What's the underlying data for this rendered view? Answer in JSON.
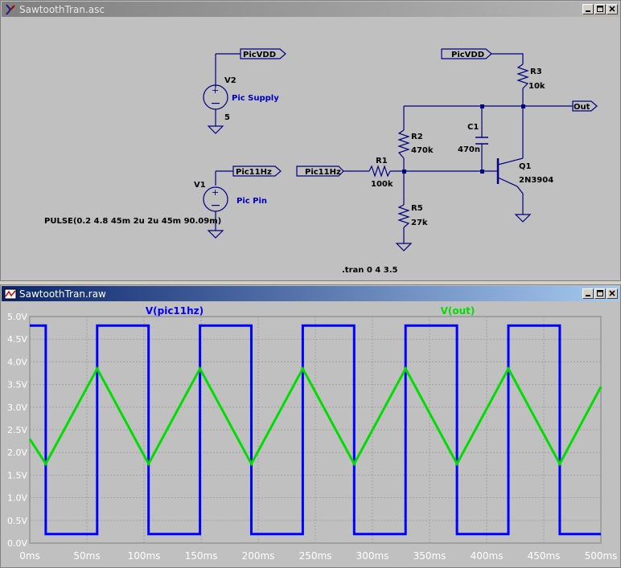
{
  "schematic_window": {
    "title": "SawtoothTran.asc",
    "labels": {
      "picvdd_1": "PicVDD",
      "picvdd_2": "PicVDD",
      "v2_name": "V2",
      "v2_desc": "Pic Supply",
      "v2_value": "5",
      "v1_name": "V1",
      "v1_desc": "Pic Pin",
      "v1_value": "PULSE(0.2 4.8 45m 2u 2u 45m 90.09m)",
      "pic11hz_1": "Pic11Hz",
      "pic11hz_2": "Pic11Hz",
      "r1_name": "R1",
      "r1_value": "100k",
      "r2_name": "R2",
      "r2_value": "470k",
      "r3_name": "R3",
      "r3_value": "10k",
      "r5_name": "R5",
      "r5_value": "27k",
      "c1_name": "C1",
      "c1_value": "470n",
      "q1_name": "Q1",
      "q1_value": "2N3904",
      "out_label": "Out",
      "directive": ".tran 0 4 3.5"
    }
  },
  "waveform_window": {
    "title": "SawtoothTran.raw"
  },
  "colors": {
    "wire": "#000080",
    "schematic_text": "#000000",
    "trace1": "#0000ff",
    "trace2": "#00dd00",
    "grid": "#a0a0a0",
    "axis_text": "#ffffff"
  },
  "chart_data": {
    "type": "line",
    "x_unit": "ms",
    "xlim": [
      0,
      500
    ],
    "ylim": [
      0,
      5.0
    ],
    "x_ticks": [
      "0ms",
      "50ms",
      "100ms",
      "150ms",
      "200ms",
      "250ms",
      "300ms",
      "350ms",
      "400ms",
      "450ms",
      "500ms"
    ],
    "y_ticks": [
      "0.0V",
      "0.5V",
      "1.0V",
      "1.5V",
      "2.0V",
      "2.5V",
      "3.0V",
      "3.5V",
      "4.0V",
      "4.5V",
      "5.0V"
    ],
    "grid": true,
    "series": [
      {
        "name": "V(pic11hz)",
        "color": "#0000ff",
        "x": [
          0,
          14,
          14,
          59,
          59,
          104,
          104,
          149,
          149,
          194,
          194,
          239,
          239,
          284,
          284,
          329,
          329,
          374,
          374,
          419,
          419,
          464,
          464,
          500
        ],
        "y": [
          4.8,
          4.8,
          0.2,
          0.2,
          4.8,
          4.8,
          0.2,
          0.2,
          4.8,
          4.8,
          0.2,
          0.2,
          4.8,
          4.8,
          0.2,
          0.2,
          4.8,
          4.8,
          0.2,
          0.2,
          4.8,
          4.8,
          0.2,
          0.2
        ]
      },
      {
        "name": "V(out)",
        "color": "#00dd00",
        "x": [
          0,
          14,
          59,
          104,
          149,
          194,
          239,
          284,
          329,
          374,
          419,
          464,
          500
        ],
        "y": [
          2.3,
          1.75,
          3.85,
          1.75,
          3.85,
          1.75,
          3.85,
          1.75,
          3.85,
          1.75,
          3.85,
          1.75,
          3.45
        ]
      }
    ]
  }
}
